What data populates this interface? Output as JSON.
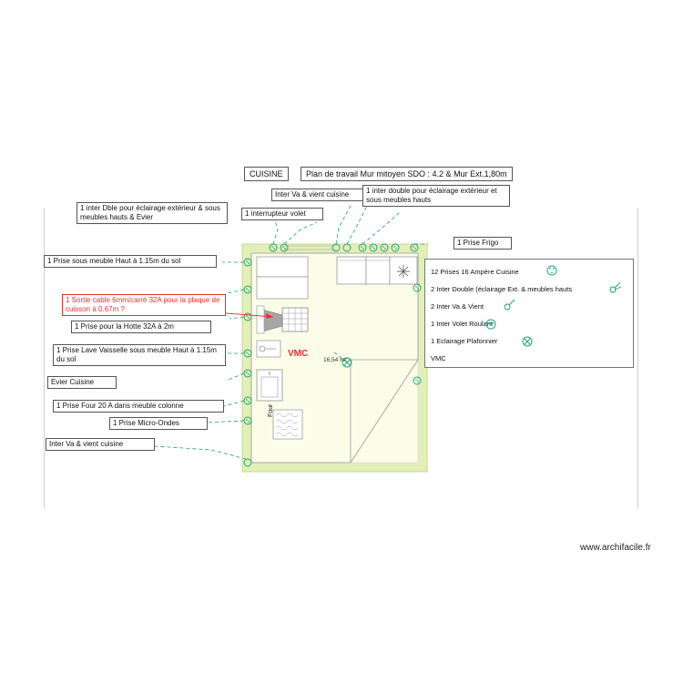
{
  "header": {
    "room_label": "CUISINE",
    "title": "Plan de travail Mur mitoyen SDO : 4.2 & Mur Ext.1,80m"
  },
  "annotations": [
    {
      "id": "inter-va-vient-cuisine-top",
      "text": "Inter Va & vient cuisine"
    },
    {
      "id": "inter-double-eclairage-ext",
      "text": "1 inter double pour éclairage extérieur et sous meubles hauts"
    },
    {
      "id": "inter-dble-eclairage-ext-evier",
      "text": "1 inter Dble pour éclairage extérieur & sous meubles hauts & Evier"
    },
    {
      "id": "interrupteur-volet",
      "text": "1 interrupteur volet"
    },
    {
      "id": "prise-frigo",
      "text": "1 Prise Frigo"
    },
    {
      "id": "prise-sous-meuble-haut",
      "text": "1 Prise sous meuble Haut à 1.15m du sol"
    },
    {
      "id": "sortie-cable-plaque",
      "text": "1 Sortie cable 6mm/carré 32A pour la plaque de cuisson à 0.67m ?"
    },
    {
      "id": "prise-hotte",
      "text": "1 Prise pour la Hotte 32A à 2m"
    },
    {
      "id": "prise-lave-vaisselle",
      "text": "1 Prise Lave Vaisselle sous meuble Haut  à 1.15m du sol"
    },
    {
      "id": "evier-cuisine",
      "text": "Evier Cuisine"
    },
    {
      "id": "prise-four",
      "text": "1 Prise Four 20 A dans meuble colonne"
    },
    {
      "id": "prise-micro-ondes",
      "text": "1 Prise Micro-Ondes"
    },
    {
      "id": "inter-va-vient-cuisine-bottom",
      "text": "Inter Va & vient cuisine"
    }
  ],
  "legend": {
    "items": [
      {
        "label": "12 Prises 16 Ampère Cuisine",
        "icon": "socket-icon"
      },
      {
        "label": "2 Inter Double (éclairage Ext. & meubles hauts",
        "icon": "double-switch-icon"
      },
      {
        "label": "2 Inter Va & Vient",
        "icon": "two-way-switch-icon"
      },
      {
        "label": "1 Inter Volet Roulant",
        "icon": "roller-shutter-switch-icon"
      },
      {
        "label": "1 Eclairage Plafonnier",
        "icon": "ceiling-light-icon"
      },
      {
        "label": "VMC",
        "icon": "none"
      }
    ]
  },
  "plan": {
    "vmc_label": "VMC",
    "area_label": "16,54 m²",
    "oven_label": "Four"
  },
  "footer": {
    "site": "www.archifacile.fr"
  },
  "colors": {
    "wall": "#e3efb8",
    "interior": "#fbfde9",
    "accent_red": "#e8312f",
    "dash_green": "#17a07a"
  }
}
